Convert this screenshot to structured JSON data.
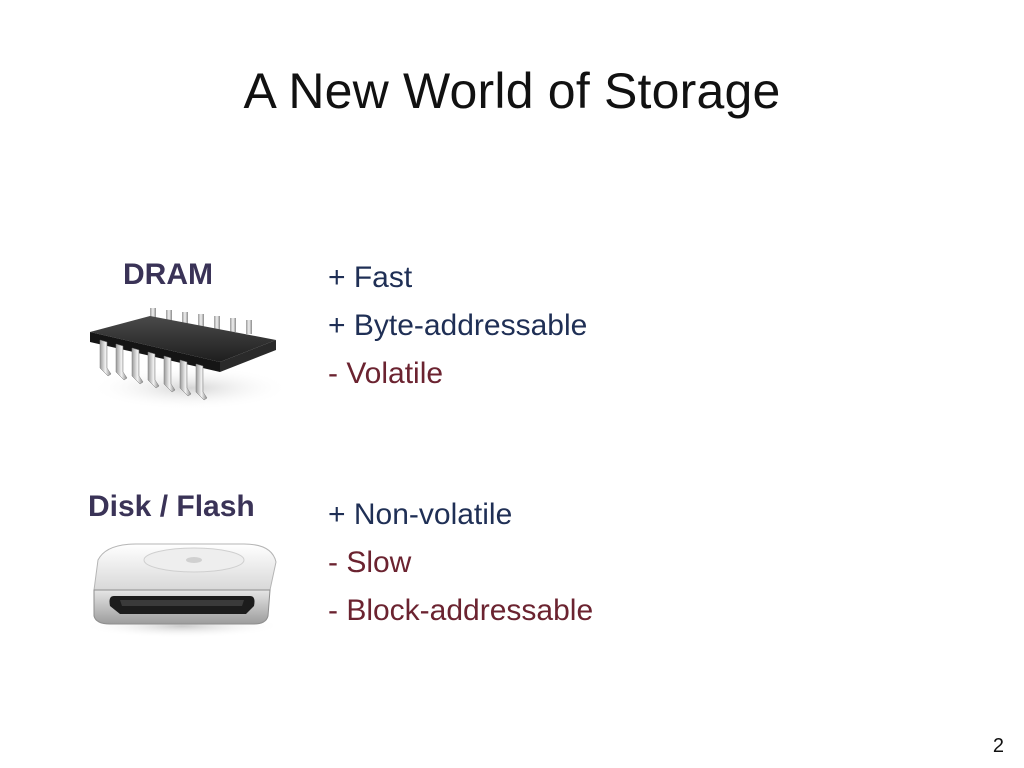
{
  "slide": {
    "title": "A New World of Storage",
    "page_number": "2"
  },
  "sections": {
    "dram": {
      "label": "DRAM",
      "image_icon": "memory-chip-icon",
      "bullets": [
        "+ Fast",
        "+ Byte-addressable",
        "- Volatile"
      ]
    },
    "disk": {
      "label": "Disk / Flash",
      "image_icon": "hard-drive-icon",
      "bullets": [
        "+ Non-volatile",
        "- Slow",
        "- Block-addressable"
      ]
    }
  },
  "colors": {
    "label": "#3a3357",
    "pro_text": "#1f2f55",
    "con_text": "#6b2330"
  }
}
